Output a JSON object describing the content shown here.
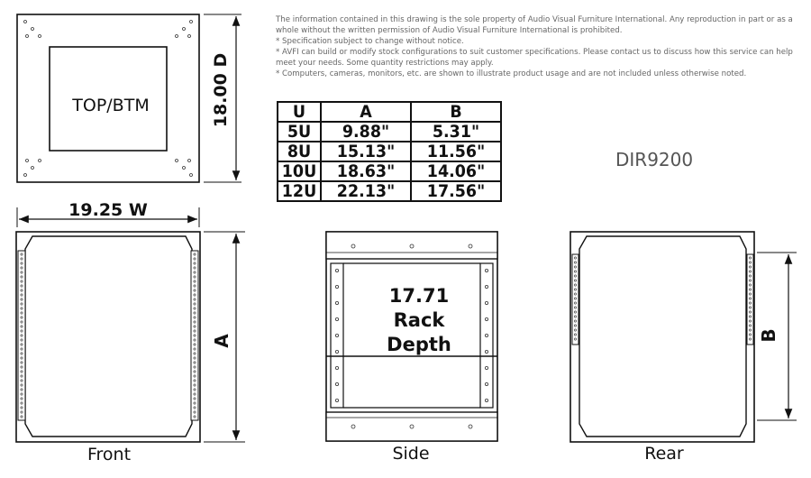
{
  "notes": [
    "The information contained in this drawing is the sole property of Audio Visual Furniture International. Any reproduction in part or as a whole without the written permission of Audio Visual Furniture International is prohibited.",
    "* Specification subject to change without notice.",
    "* AVFI can build or modify stock configurations to suit customer specifications. Please contact us to discuss how this service can help meet your needs. Some quantity restrictions may apply.",
    "* Computers, cameras, monitors, etc. are shown to illustrate product usage and are not included unless otherwise noted."
  ],
  "model": "DIR9200",
  "size_table": {
    "headers": [
      "U",
      "A",
      "B"
    ],
    "rows": [
      [
        "5U",
        "9.88\"",
        "5.31\""
      ],
      [
        "8U",
        "15.13\"",
        "11.56\""
      ],
      [
        "10U",
        "18.63\"",
        "14.06\""
      ],
      [
        "12U",
        "22.13\"",
        "17.56\""
      ]
    ]
  },
  "views": {
    "top_label": "TOP/BTM",
    "front": "Front",
    "side": "Side",
    "rear": "Rear"
  },
  "dimensions": {
    "depth": "18.00 D",
    "width": "19.25 W",
    "a": "A",
    "b": "B",
    "rack_depth": [
      "17.71",
      "Rack",
      "Depth"
    ]
  }
}
